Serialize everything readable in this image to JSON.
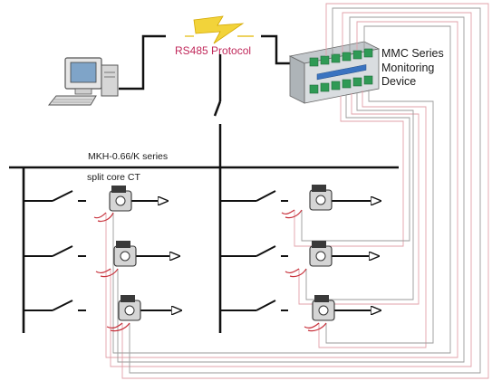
{
  "labels": {
    "protocol": "RS485 Protocol",
    "device_line1": "MMC Series",
    "device_line2": "Monitoring",
    "device_line3": "Device",
    "ct_series": "MKH-0.66/K  series",
    "ct_type": "split core CT"
  },
  "icons": {
    "computer": "desktop-computer-icon",
    "lightning": "lightning-bolt-icon",
    "device": "din-rail-monitoring-module-icon",
    "ct": "split-core-current-transformer-icon"
  },
  "colors": {
    "bus": "#111111",
    "wire_pink": "#e2a0a8",
    "wire_gray": "#9a9a9a",
    "ct_cable": "#c8323c",
    "module_green": "#2f9a55",
    "module_body": "#d9dde0",
    "bolt": "#f2d33a",
    "label_pink": "#c0285a"
  },
  "circuits": [
    {
      "id": "L1"
    },
    {
      "id": "L2"
    },
    {
      "id": "L3"
    },
    {
      "id": "R1"
    },
    {
      "id": "R2"
    },
    {
      "id": "R3"
    }
  ]
}
